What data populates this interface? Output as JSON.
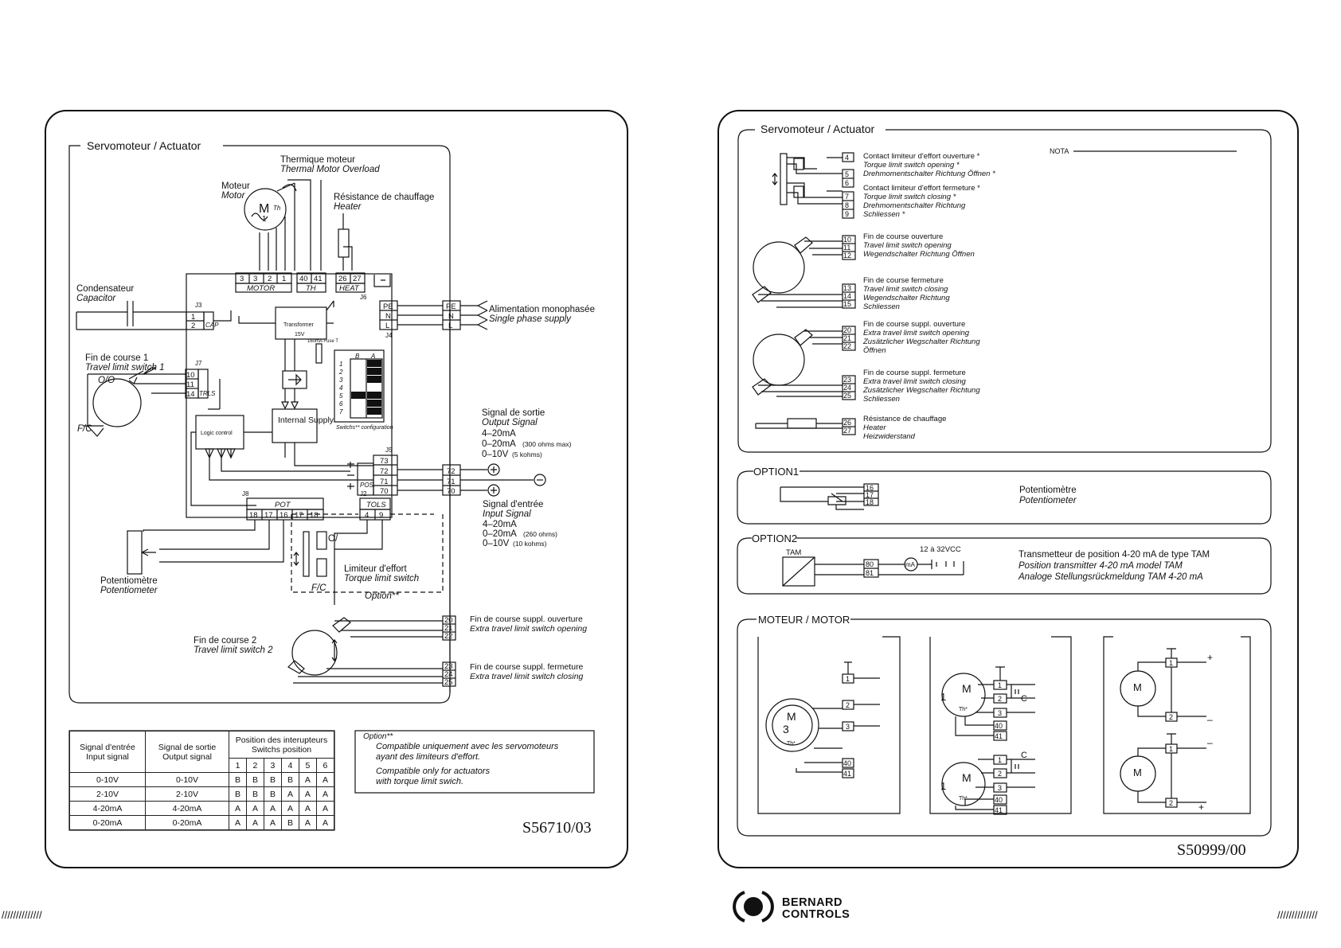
{
  "left": {
    "frame_title": "Servomoteur / Actuator",
    "motor": {
      "fr": "Moteur",
      "en": "Motor",
      "glyph": "M",
      "glyph_sub": "1",
      "th": "Th"
    },
    "thermal": {
      "fr": "Thermique moteur",
      "en": "Thermal Motor Overload"
    },
    "heater": {
      "fr": "Résistance de chauffage",
      "en": "Heater"
    },
    "capacitor": {
      "fr": "Condensateur",
      "en": "Capacitor"
    },
    "travel1": {
      "fr": "Fin de course 1",
      "en": "Travel limit switch 1",
      "oo": "O/O",
      "fc": "F/C"
    },
    "supply": {
      "fr": "Alimentation monophasée",
      "en": "Single phase supply"
    },
    "output_signal": {
      "fr": "Signal de sortie",
      "en": "Output Signal",
      "l1": "4–20mA",
      "l2": "0–20mA",
      "l2s": "(300 ohms max)",
      "l3": "0–10V",
      "l3s": "(5 kohms)"
    },
    "input_signal": {
      "fr": "Signal d'entrée",
      "en": "Input Signal",
      "l1": "4–20mA",
      "l2": "0–20mA",
      "l2s": "(260 ohms)",
      "l3": "0–10V",
      "l3s": "(10 kohms)"
    },
    "torque": {
      "fr": "Limiteur d'effort",
      "en": "Torque limit switch",
      "option": "Option**",
      "oo": "O/",
      "fc": "F/C"
    },
    "potentiometer": {
      "fr": "Potentiomètre",
      "en": "Potentiometer"
    },
    "travel2": {
      "fr": "Fin de course 2",
      "en": "Travel limit switch 2"
    },
    "extra_open": {
      "fr": "Fin de course suppl. ouverture",
      "en": "Extra travel limit switch opening"
    },
    "extra_close": {
      "fr": "Fin de course suppl. fermeture",
      "en": "Extra travel limit switch closing"
    },
    "blocks": {
      "motor_terms": [
        "3",
        "3",
        "2",
        "1"
      ],
      "motor_lbl": "MOTOR",
      "th_terms": [
        "40",
        "41"
      ],
      "th_lbl": "TH",
      "heat_terms": [
        "26",
        "27"
      ],
      "heat_lbl": "HEAT",
      "j3": "J3",
      "j4": "J4",
      "j5": "J5",
      "j6": "J6",
      "j7": "J7",
      "j8": "J8",
      "j2": "J2",
      "cap_terms": [
        "1",
        "2"
      ],
      "cap_lbl": "CAP",
      "trls_terms": [
        "10",
        "11",
        "14"
      ],
      "trls_lbl": "TRLS",
      "supply_terms": [
        "PE",
        "N",
        "L"
      ],
      "pos_terms": [
        "73",
        "72",
        "71",
        "70"
      ],
      "pos_lbl": "POS.",
      "out_terms": [
        "72",
        "71",
        "70"
      ],
      "pot_terms": [
        "18",
        "17",
        "16",
        "17",
        "18"
      ],
      "pot_lbl": "POT",
      "tols_terms": [
        "4",
        "9"
      ],
      "tols_lbl": "TOLS",
      "transformer": "Transformer",
      "v15": "15V",
      "fuse": "160mA Fuse T",
      "logic": "Logic control",
      "internal": "Internal Supply",
      "switches_lbl": "Switchs** configuration",
      "switch_head": [
        "B",
        "A"
      ],
      "switch_rows": [
        "1",
        "2",
        "3",
        "4",
        "5",
        "6",
        "7"
      ],
      "extra_open_terms": [
        "20",
        "21",
        "22"
      ],
      "extra_close_terms": [
        "23",
        "24",
        "25"
      ]
    },
    "table": {
      "headers": [
        "Signal d'entrée Input signal",
        "Signal de sortie Output signal",
        "Position des interupteurs Switchs position"
      ],
      "switch_cols": [
        "1",
        "2",
        "3",
        "4",
        "5",
        "6"
      ],
      "rows": [
        {
          "in": "0-10V",
          "out": "0-10V",
          "sw": [
            "B",
            "B",
            "B",
            "B",
            "A",
            "A"
          ]
        },
        {
          "in": "2-10V",
          "out": "2-10V",
          "sw": [
            "B",
            "B",
            "B",
            "A",
            "A",
            "A"
          ]
        },
        {
          "in": "4-20mA",
          "out": "4-20mA",
          "sw": [
            "A",
            "A",
            "A",
            "A",
            "A",
            "A"
          ]
        },
        {
          "in": "0-20mA",
          "out": "0-20mA",
          "sw": [
            "A",
            "A",
            "A",
            "B",
            "A",
            "A"
          ]
        }
      ]
    },
    "option_note": {
      "title": "Option**",
      "fr1": "Compatible uniquement avec les servomoteurs",
      "fr2": "ayant des limiteurs d'effort.",
      "en1": "Compatible only for actuators",
      "en2": "with torque limit swich."
    },
    "code": "S56710/03"
  },
  "right": {
    "frame_title": "Servomoteur / Actuator",
    "nota": "NOTA",
    "torque_open": {
      "l1": "Contact limiteur d'effort ouverture *",
      "l2": "Torque limit switch opening *",
      "l3": "Drehmomentschalter Richtung Öffnen *",
      "terms": [
        "4",
        "5",
        "6"
      ]
    },
    "torque_close": {
      "l1": "Contact limiteur d'effort fermeture *",
      "l2": "Torque limit switch closing *",
      "l3": "Drehmomentschalter Richtung",
      "l4": "Schliessen *",
      "terms": [
        "7",
        "8",
        "9"
      ]
    },
    "travel_open": {
      "l1": "Fin de course ouverture",
      "l2": "Travel limit switch opening",
      "l3": "Wegendschalter Richtung Öffnen",
      "terms": [
        "10",
        "11",
        "12"
      ]
    },
    "travel_close": {
      "l1": "Fin de course fermeture",
      "l2": "Travel limit switch closing",
      "l3": "Wegendschalter Richtung",
      "l4": "Schliessen",
      "terms": [
        "13",
        "14",
        "15"
      ]
    },
    "extra_open": {
      "l1": "Fin de course suppl. ouverture",
      "l2": "Extra travel limit switch opening",
      "l3": "Zusätzlicher Wegschalter Richtung",
      "l4": "Öffnen",
      "terms": [
        "20",
        "21",
        "22"
      ]
    },
    "extra_close": {
      "l1": "Fin de course suppl. fermeture",
      "l2": "Extra travel limit switch closing",
      "l3": "Zusätzlicher Wegschalter Richtung",
      "l4": "Schliessen",
      "terms": [
        "23",
        "24",
        "25"
      ]
    },
    "heater": {
      "l1": "Résistance de chauffage",
      "l2": "Heater",
      "l3": "Heizwiderstand",
      "terms": [
        "26",
        "27"
      ]
    },
    "option1": {
      "title": "OPTION1",
      "fr": "Potentiomètre",
      "en": "Potentiometer",
      "terms": [
        "16",
        "17",
        "18"
      ]
    },
    "option2": {
      "title": "OPTION2",
      "tam": "TAM",
      "vcc": "12 à 32VCC",
      "ma": "mA",
      "terms": [
        "80",
        "81"
      ],
      "l1": "Transmetteur de position 4-20 mA de type TAM",
      "l2": "Position transmitter 4-20 mA model TAM",
      "l3": "Analoge Stellungsrückmeldung TAM 4-20 mA"
    },
    "motor": {
      "title": "MOTEUR / MOTOR",
      "three_phase": {
        "glyph": "M",
        "num": "3",
        "th": "Th*",
        "terms": [
          "1",
          "2",
          "3",
          "40",
          "41"
        ]
      },
      "single_terms": [
        "1",
        "2",
        "3",
        "40",
        "41"
      ],
      "c": "C",
      "dc_terms": [
        "1",
        "2"
      ],
      "plus": "+",
      "minus": "–"
    },
    "code": "S50999/00"
  },
  "footer": {
    "brand_line1": "BERNARD",
    "brand_line2": "CONTROLS",
    "hatch_left": "//////////////",
    "hatch_right": "//////////////"
  }
}
